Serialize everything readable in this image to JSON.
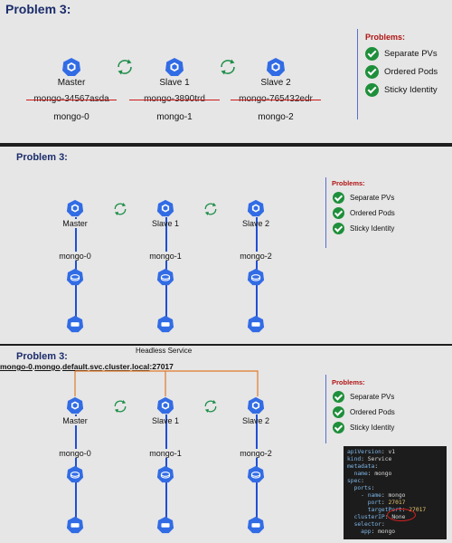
{
  "panel1": {
    "title": "Problem 3:",
    "nodes": [
      {
        "role": "Master",
        "pod_id": "mongo-34567asda",
        "stable_name": "mongo-0"
      },
      {
        "role": "Slave 1",
        "pod_id": "mongo-3890trd",
        "stable_name": "mongo-1"
      },
      {
        "role": "Slave 2",
        "pod_id": "mongo-765432edr",
        "stable_name": "mongo-2"
      }
    ],
    "problems_title": "Problems:",
    "problems": [
      "Separate PVs",
      "Ordered Pods",
      "Sticky Identity"
    ]
  },
  "panel2": {
    "title": "Problem 3:",
    "nodes": [
      {
        "role": "Master",
        "stable_name": "mongo-0"
      },
      {
        "role": "Slave 1",
        "stable_name": "mongo-1"
      },
      {
        "role": "Slave 2",
        "stable_name": "mongo-2"
      }
    ],
    "service_label": "Headless Service",
    "problems_title": "Problems:",
    "problems": [
      "Separate PVs",
      "Ordered Pods",
      "Sticky Identity"
    ]
  },
  "panel3": {
    "title": "Problem 3:",
    "dns_parts": [
      "mongo-0",
      ".",
      "mongo",
      ".",
      "default",
      ".",
      "svc",
      ".",
      "cluster",
      ".",
      "local",
      ":27017"
    ],
    "nodes": [
      {
        "role": "Master",
        "stable_name": "mongo-0"
      },
      {
        "role": "Slave 1",
        "stable_name": "mongo-1"
      },
      {
        "role": "Slave 2",
        "stable_name": "mongo-2"
      }
    ],
    "problems_title": "Problems:",
    "problems": [
      "Separate PVs",
      "Ordered Pods",
      "Sticky Identity"
    ],
    "yaml": {
      "l1_key": "apiVersion",
      "l1_val": "v1",
      "l2_key": "kind",
      "l2_val": "Service",
      "l3_key": "metadata",
      "l4_key": "name",
      "l4_val": "mongo",
      "l5_key": "spec",
      "l6_key": "ports",
      "l7_key": "- name",
      "l7_val": "mongo",
      "l8_key": "port",
      "l8_val": "27017",
      "l9_key": "targetPort",
      "l9_val": "27017",
      "l10_key": "clusterIP",
      "l10_val": "None",
      "l11_key": "selector",
      "l12_key": "app",
      "l12_val": "mongo"
    }
  },
  "colors": {
    "k8s_blue": "#326ce5",
    "link_blue": "#1f4fd6",
    "orange": "#e07a2b",
    "check_green": "#1e8f3a",
    "problem_red": "#b01414"
  },
  "icons": [
    "kubernetes-pod-icon",
    "sync-icon",
    "volume-icon",
    "check-icon"
  ]
}
